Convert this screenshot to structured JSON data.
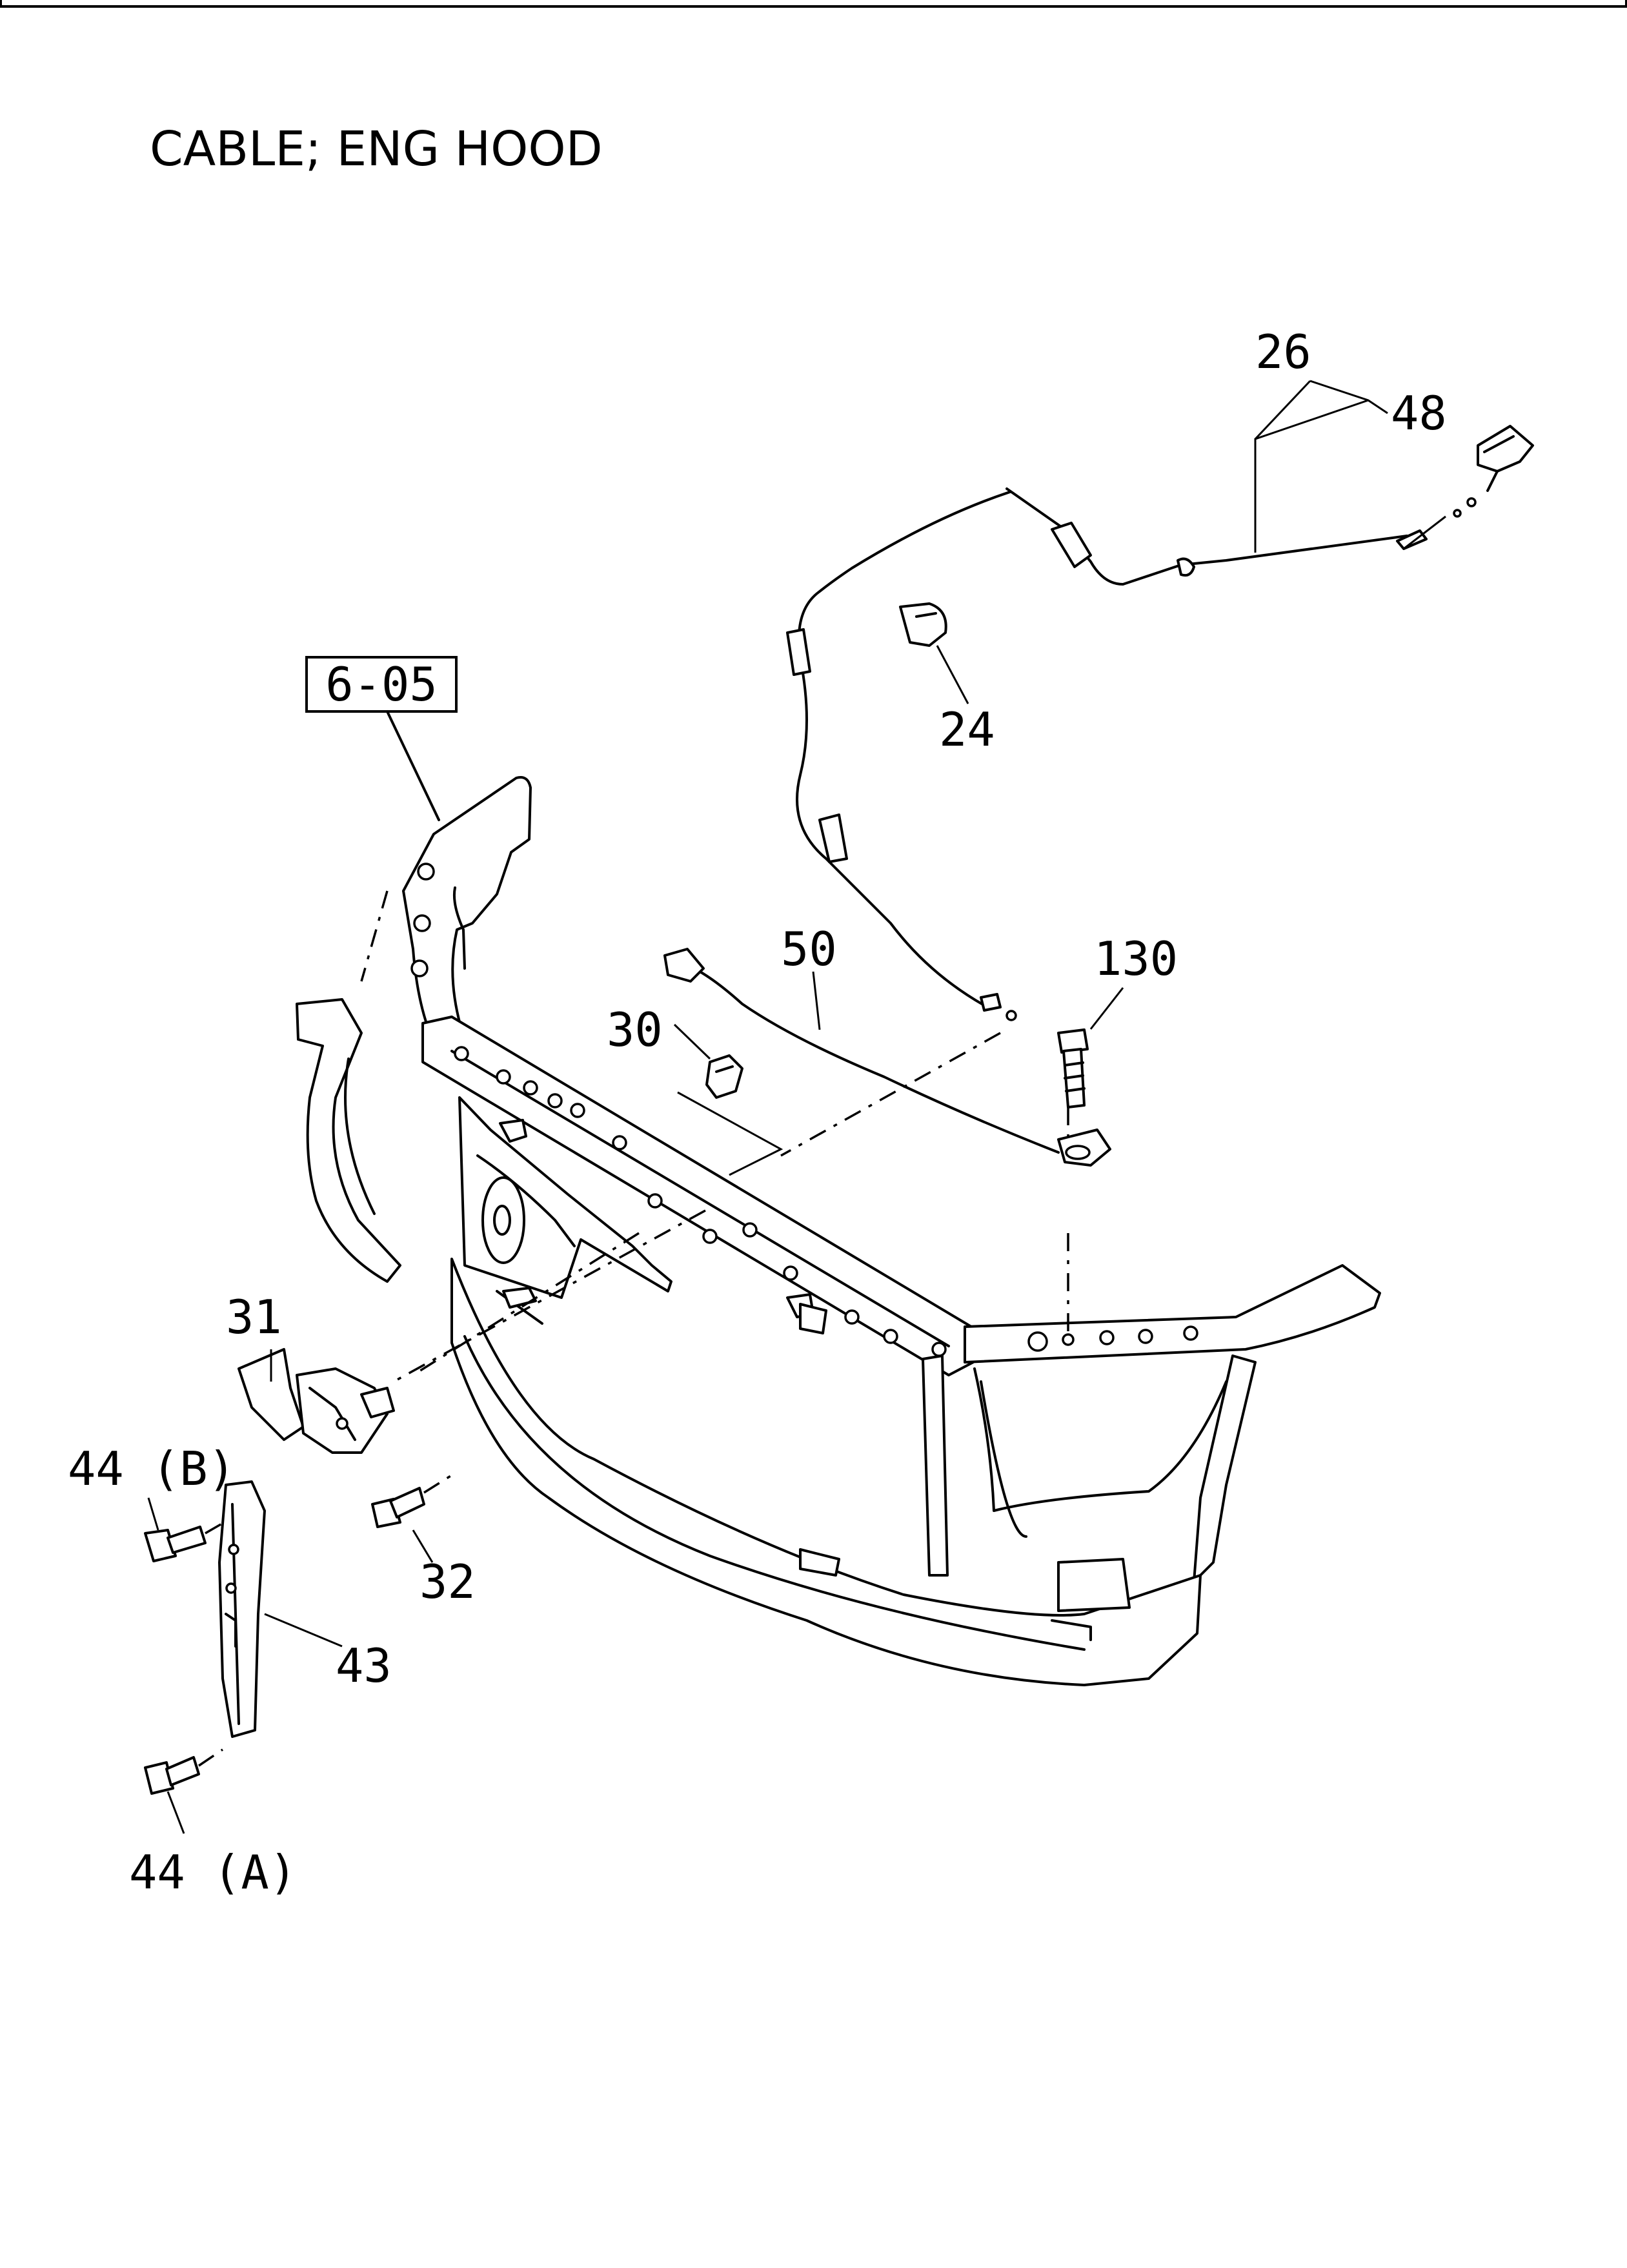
{
  "title": "CABLE; ENG HOOD",
  "reference_box": "6-05",
  "callouts": {
    "c26": "26",
    "c48": "48",
    "c24": "24",
    "c50": "50",
    "c130": "130",
    "c30": "30",
    "c31": "31",
    "c44b": "44 (B)",
    "c32": "32",
    "c43": "43",
    "c44a": "44 (A)"
  }
}
